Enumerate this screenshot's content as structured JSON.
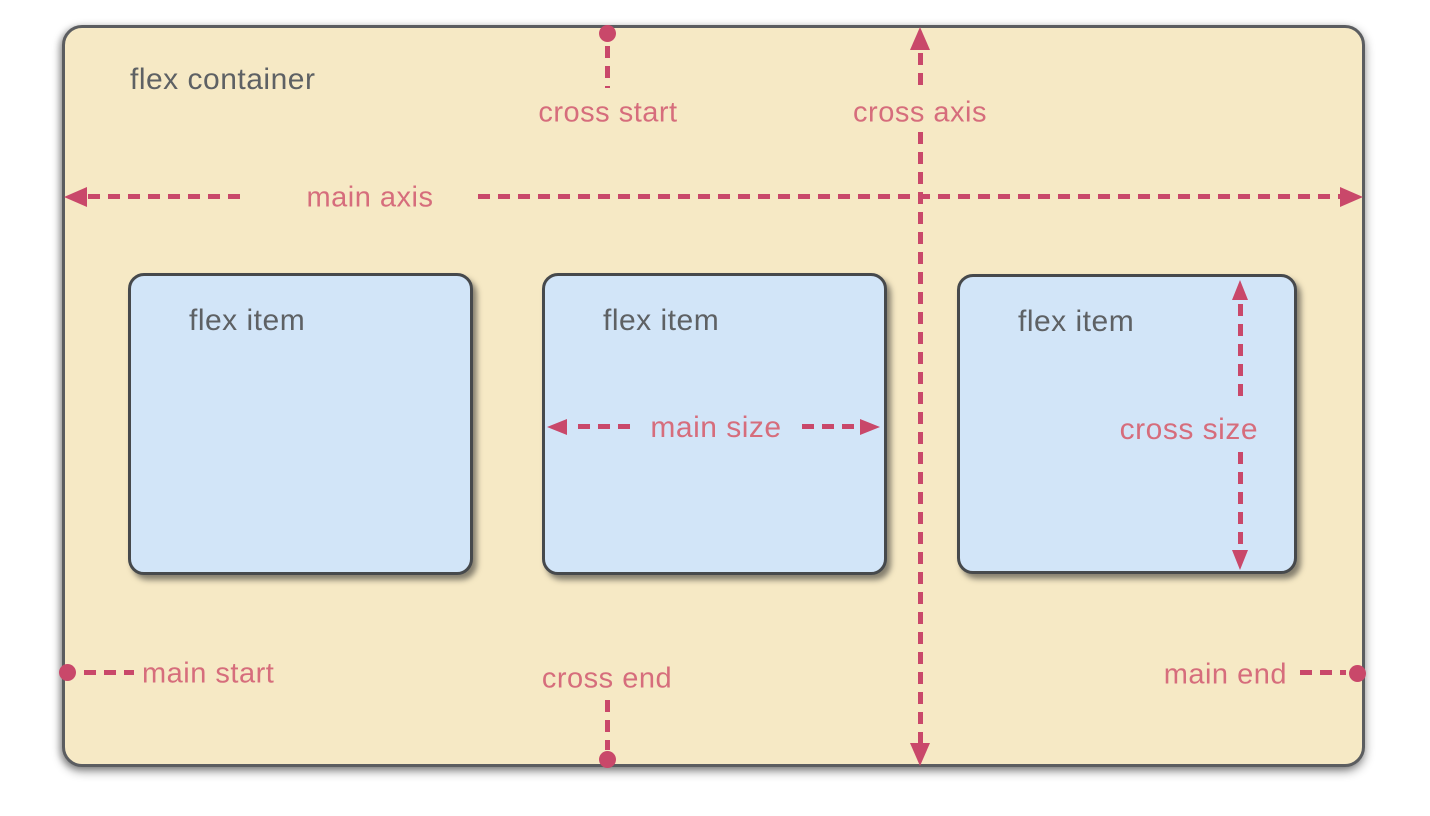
{
  "diagram": {
    "container_label": "flex container",
    "items": [
      {
        "label": "flex item"
      },
      {
        "label": "flex item"
      },
      {
        "label": "flex item"
      }
    ],
    "axes": {
      "main_axis": "main axis",
      "cross_axis": "cross axis"
    },
    "markers": {
      "main_start": "main start",
      "main_end": "main end",
      "cross_start": "cross start",
      "cross_end": "cross end"
    },
    "sizes": {
      "main_size": "main size",
      "cross_size": "cross size"
    }
  },
  "colors": {
    "page-bg": "#ffffff",
    "container-bg": "#f6e9c5",
    "container-border": "#5b5d60",
    "item-bg": "#d2e5f8",
    "item-border": "#46494c",
    "accent-pink": "#c9486a",
    "accent-pink-text": "#d66d7c",
    "label-gray": "#5e6164"
  }
}
